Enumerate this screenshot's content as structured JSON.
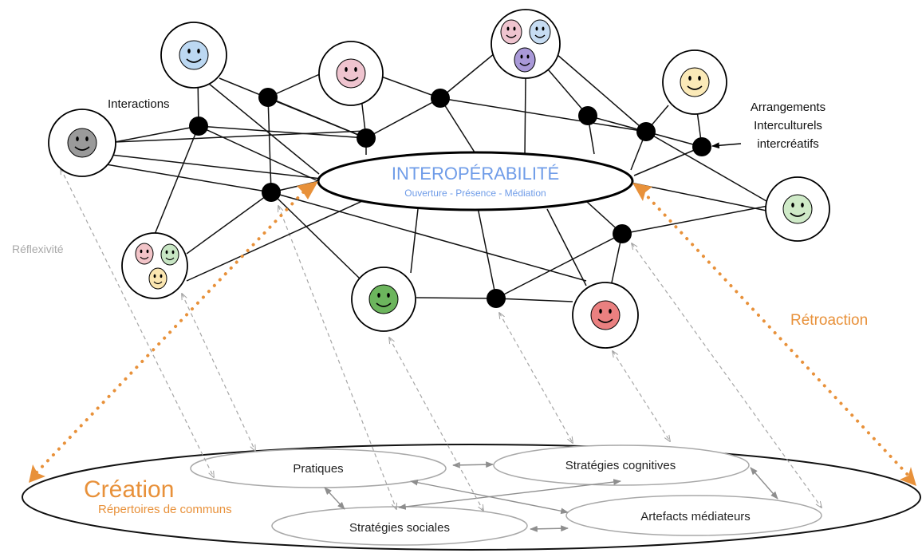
{
  "center": {
    "title": "INTEROPÉRABILITÉ",
    "subtitle": "Ouverture - Présence - Médiation",
    "color": "#6f9ce8"
  },
  "labels": {
    "interactions": "Interactions",
    "arrangements": [
      "Arrangements",
      "Interculturels",
      "intercréatifs"
    ],
    "reflexivite": "Réflexivité",
    "retroaction": "Rétroaction",
    "creation": "Création",
    "repertoires": "Répertoires de communs"
  },
  "repertoire": {
    "pratiques": "Pratiques",
    "strategies_cognitives": "Stratégies cognitives",
    "strategies_sociales": "Stratégies sociales",
    "artefacts_mediateurs": "Artefacts médiateurs"
  },
  "colors": {
    "accent_orange": "#e8913a",
    "grey_text": "#a8a8a8",
    "face_blue": "#bcd8f2",
    "face_pink": "#efc4cf",
    "face_light_blue": "#c6dcf2",
    "face_purple": "#a999d8",
    "face_yellow": "#fbeab8",
    "face_grey": "#9a9a9a",
    "face_green_light": "#cfeac8",
    "face_green": "#6cb55d",
    "face_red": "#ea8080",
    "face_small_pink": "#f2c4c8",
    "face_small_green": "#c8e6c4",
    "face_small_yellow": "#fbe6b0"
  }
}
